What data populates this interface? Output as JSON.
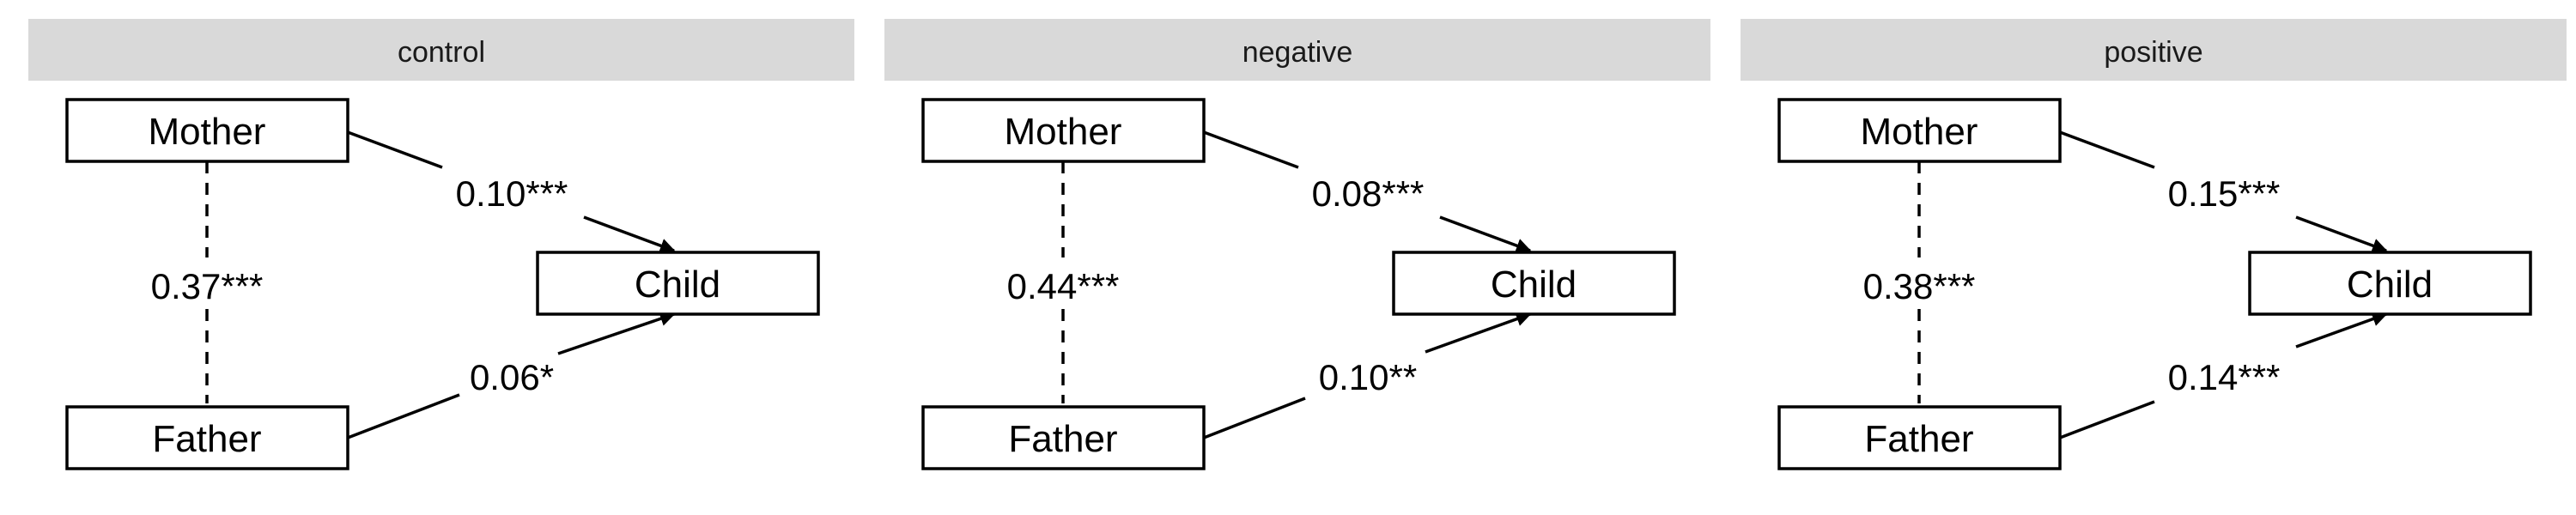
{
  "panels": [
    {
      "title": "control",
      "nodes": {
        "mother": "Mother",
        "father": "Father",
        "child": "Child"
      },
      "edges": {
        "mother_child": "0.10***",
        "father_child": "0.06*",
        "mother_father": "0.37***"
      }
    },
    {
      "title": "negative",
      "nodes": {
        "mother": "Mother",
        "father": "Father",
        "child": "Child"
      },
      "edges": {
        "mother_child": "0.08***",
        "father_child": "0.10**",
        "mother_father": "0.44***"
      }
    },
    {
      "title": "positive",
      "nodes": {
        "mother": "Mother",
        "father": "Father",
        "child": "Child"
      },
      "edges": {
        "mother_child": "0.15***",
        "father_child": "0.14***",
        "mother_father": "0.38***"
      }
    }
  ]
}
